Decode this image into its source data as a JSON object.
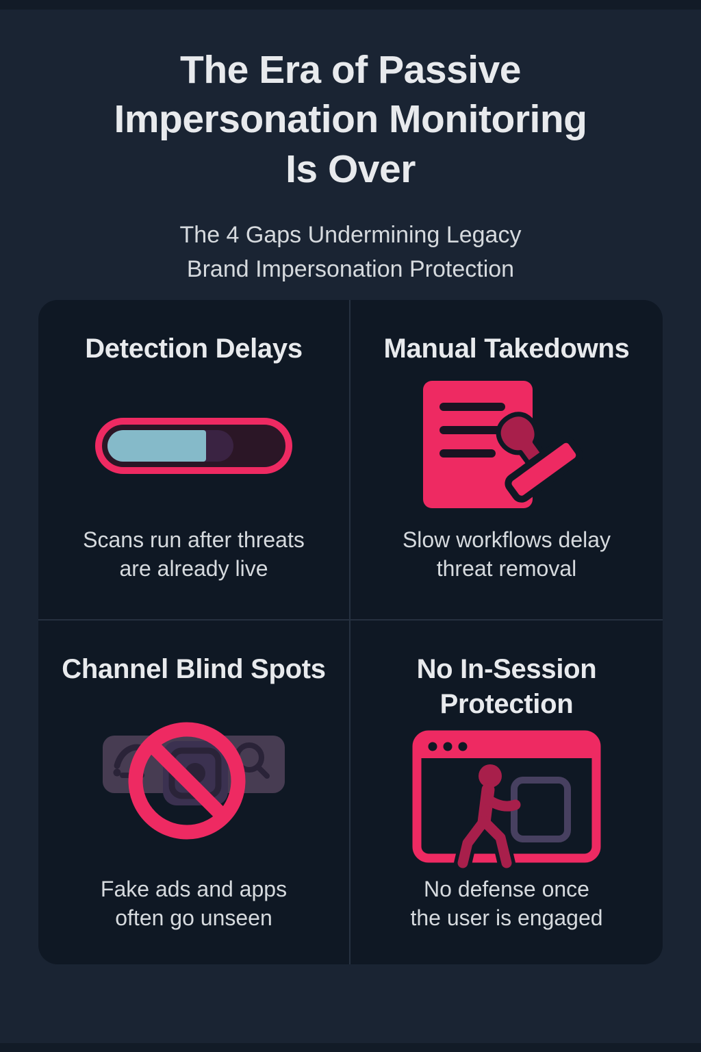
{
  "colors": {
    "background": "#1a2433",
    "edge_strip": "#121b27",
    "panel": "#0f1824",
    "divider": "#263140",
    "accent": "#ee2a62",
    "accent_dark": "#a81f4b",
    "blue": "#85bac9",
    "track": "#2b1626",
    "track_segment": "#3a2342",
    "muted_tile": "#473c52",
    "muted_tile_mid": "#3b3150",
    "muted_glyph": "#2a2338",
    "tablet_outline": "#474060",
    "icon_cutout": "#0f1824",
    "title_text": "#e8eaed",
    "body_text": "#d6dade"
  },
  "header": {
    "title_lines": [
      "The Era of Passive",
      "Impersonation Monitoring",
      "Is Over"
    ],
    "subtitle_lines": [
      "The 4 Gaps Undermining Legacy",
      "Brand Impersonation Protection"
    ]
  },
  "cards": [
    {
      "title_lines": [
        "Detection Delays"
      ],
      "desc_lines": [
        "Scans run after threats",
        "are already live"
      ],
      "icon": "progress-bar-icon",
      "progress": {
        "fill_percent": 57,
        "segment_percent": 73
      }
    },
    {
      "title_lines": [
        "Manual Takedowns"
      ],
      "desc_lines": [
        "Slow workflows delay",
        "threat removal"
      ],
      "icon": "document-stamp-icon"
    },
    {
      "title_lines": [
        "Channel Blind Spots"
      ],
      "desc_lines": [
        "Fake ads and apps",
        "often go unseen"
      ],
      "icon": "prohibition-channels-icon"
    },
    {
      "title_lines": [
        "No In-Session",
        "Protection"
      ],
      "desc_lines": [
        "No defense once",
        "the user is engaged"
      ],
      "icon": "browser-user-icon"
    }
  ]
}
